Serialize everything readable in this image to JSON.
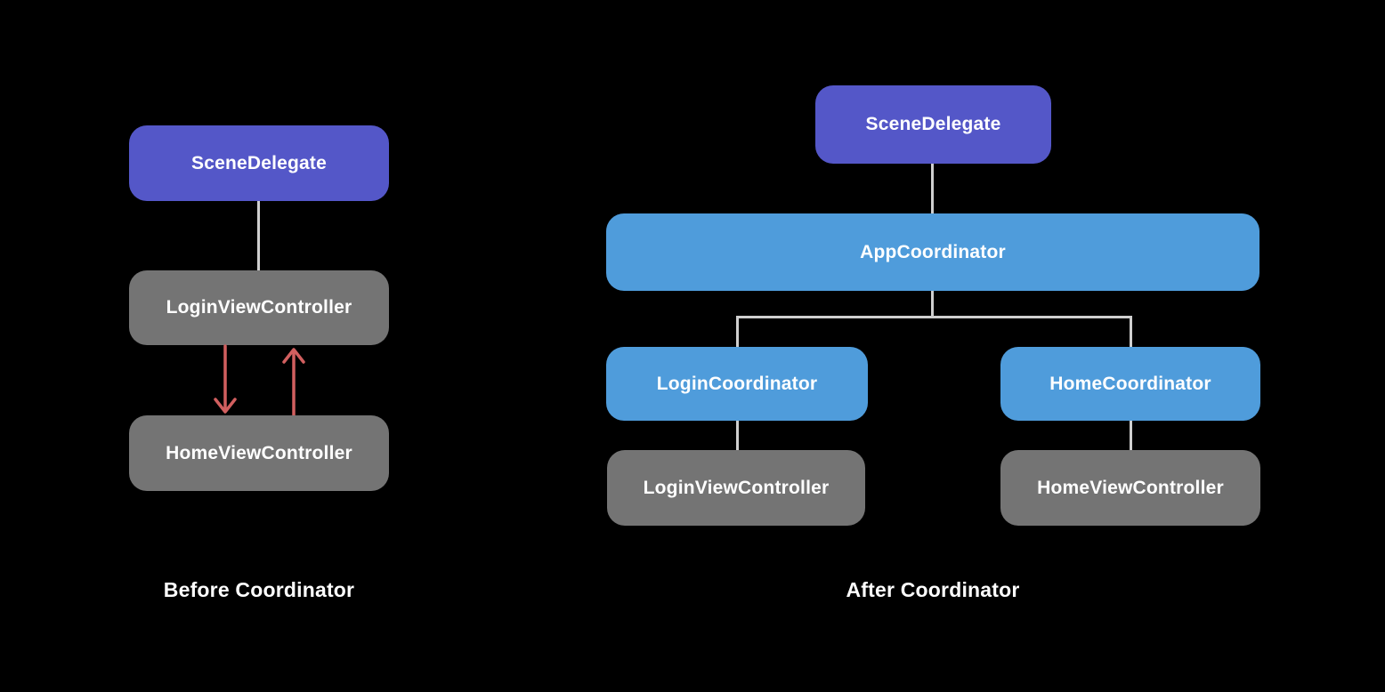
{
  "colors": {
    "background": "#000000",
    "purple": "#5457c8",
    "blue": "#4f9cdb",
    "gray": "#747474",
    "red": "#d15f5f",
    "connector": "#cfcfcf",
    "text": "#ffffff"
  },
  "diagrams": {
    "before": {
      "caption": "Before Coordinator",
      "nodes": [
        {
          "id": "scene-delegate",
          "label": "SceneDelegate",
          "color": "purple"
        },
        {
          "id": "login-view-controller",
          "label": "LoginViewController",
          "color": "gray"
        },
        {
          "id": "home-view-controller",
          "label": "HomeViewController",
          "color": "gray"
        }
      ],
      "edges": [
        {
          "from": "scene-delegate",
          "to": "login-view-controller",
          "type": "line"
        },
        {
          "from": "login-view-controller",
          "to": "home-view-controller",
          "type": "arrow-down",
          "color": "red"
        },
        {
          "from": "home-view-controller",
          "to": "login-view-controller",
          "type": "arrow-up",
          "color": "red"
        }
      ]
    },
    "after": {
      "caption": "After Coordinator",
      "nodes": [
        {
          "id": "scene-delegate",
          "label": "SceneDelegate",
          "color": "purple"
        },
        {
          "id": "app-coordinator",
          "label": "AppCoordinator",
          "color": "blue"
        },
        {
          "id": "login-coordinator",
          "label": "LoginCoordinator",
          "color": "blue"
        },
        {
          "id": "home-coordinator",
          "label": "HomeCoordinator",
          "color": "blue"
        },
        {
          "id": "login-view-controller",
          "label": "LoginViewController",
          "color": "gray"
        },
        {
          "id": "home-view-controller",
          "label": "HomeViewController",
          "color": "gray"
        }
      ],
      "edges": [
        {
          "from": "scene-delegate",
          "to": "app-coordinator",
          "type": "line"
        },
        {
          "from": "app-coordinator",
          "to": "login-coordinator",
          "type": "line"
        },
        {
          "from": "app-coordinator",
          "to": "home-coordinator",
          "type": "line"
        },
        {
          "from": "login-coordinator",
          "to": "login-view-controller",
          "type": "line"
        },
        {
          "from": "home-coordinator",
          "to": "home-view-controller",
          "type": "line"
        }
      ]
    }
  }
}
